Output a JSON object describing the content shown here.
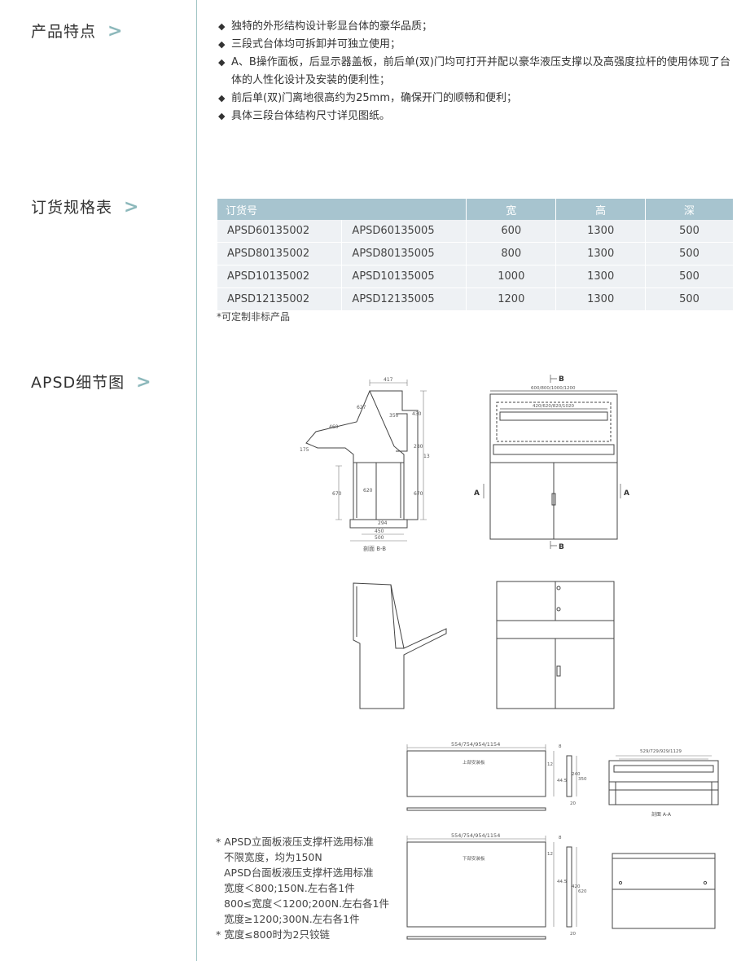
{
  "sections": {
    "features_title": "产品特点",
    "spec_title": "订货规格表",
    "detail_title": "APSD细节图",
    "chevron": ">"
  },
  "features": [
    "独特的外形结构设计彰显台体的豪华品质；",
    "三段式台体均可拆卸并可独立使用；",
    "A、B操作面板，后显示器盖板，前后单(双)门均可打开并配以豪华液压支撑以及高强度拉杆的使用体现了台体的人性化设计及安装的便利性；",
    "前后单(双)门离地很高约为25mm，确保开门的顺畅和便利；",
    "具体三段台体结构尺寸详见图纸。"
  ],
  "bullet": "◆",
  "spec_table": {
    "headers": [
      "订货号",
      "宽",
      "高",
      "深"
    ],
    "rows": [
      [
        "APSD60135002",
        "APSD60135005",
        "600",
        "1300",
        "500"
      ],
      [
        "APSD80135002",
        "APSD80135005",
        "800",
        "1300",
        "500"
      ],
      [
        "APSD10135002",
        "APSD10135005",
        "1000",
        "1300",
        "500"
      ],
      [
        "APSD12135002",
        "APSD12135005",
        "1200",
        "1300",
        "500"
      ]
    ]
  },
  "table_note": "*可定制非标产品",
  "drawing_labels": {
    "side_top": "417",
    "side_dims": [
      "627",
      "350",
      "430",
      "460",
      "175",
      "280",
      "1300",
      "620",
      "670",
      "670",
      "294",
      "450",
      "500"
    ],
    "side_caption": "剖面 B-B",
    "front_section_mark": "B",
    "front_side_mark": "A",
    "front_top_dim": "600/800/1000/1200",
    "front_inner_dim": "420/620/820/1020",
    "upper_panel_dim": "554/754/954/1154",
    "upper_panel_label": "上部安装板",
    "lower_panel_dim": "554/754/954/1154",
    "lower_panel_label": "下部安装板",
    "upper_side_dims": [
      "8",
      "12",
      "240",
      "350",
      "44.5",
      "20"
    ],
    "lower_side_dims": [
      "8",
      "12",
      "44.5",
      "420",
      "620",
      "20"
    ],
    "aa_dim_top": "529/729/929/1129",
    "aa_caption": "剖面 A-A"
  },
  "support_notes": [
    "* APSD立面板液压支撑杆选用标准",
    "不限宽度，均为150N",
    "APSD台面板液压支撑杆选用标准",
    "宽度＜800;150N.左右各1件",
    "800≤宽度＜1200;200N.左右各1件",
    "宽度≥1200;300N.左右各1件",
    "* 宽度≤800时为2只铰链"
  ]
}
